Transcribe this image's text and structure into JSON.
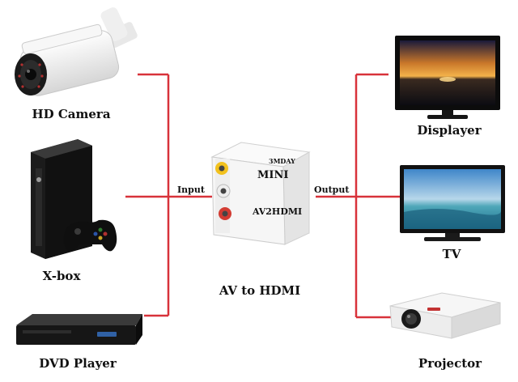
{
  "inputs": [
    {
      "label": "HD Camera"
    },
    {
      "label": "X-box"
    },
    {
      "label": "DVD Player"
    }
  ],
  "outputs": [
    {
      "label": "Displayer"
    },
    {
      "label": "TV"
    },
    {
      "label": "Projector"
    }
  ],
  "connector": {
    "input_label": "Input",
    "output_label": "Output",
    "caption": "AV to HDMI",
    "brand_text": "MINI",
    "model_text": "AV2HDMI",
    "maker_text": "3MDAY"
  },
  "colors": {
    "line": "#d8323a",
    "device_white": "#f2f2f2",
    "device_dark": "#1c1c1c",
    "rca_yellow": "#f2c11d",
    "rca_red": "#d23b32",
    "rca_white": "#eeeeee"
  }
}
